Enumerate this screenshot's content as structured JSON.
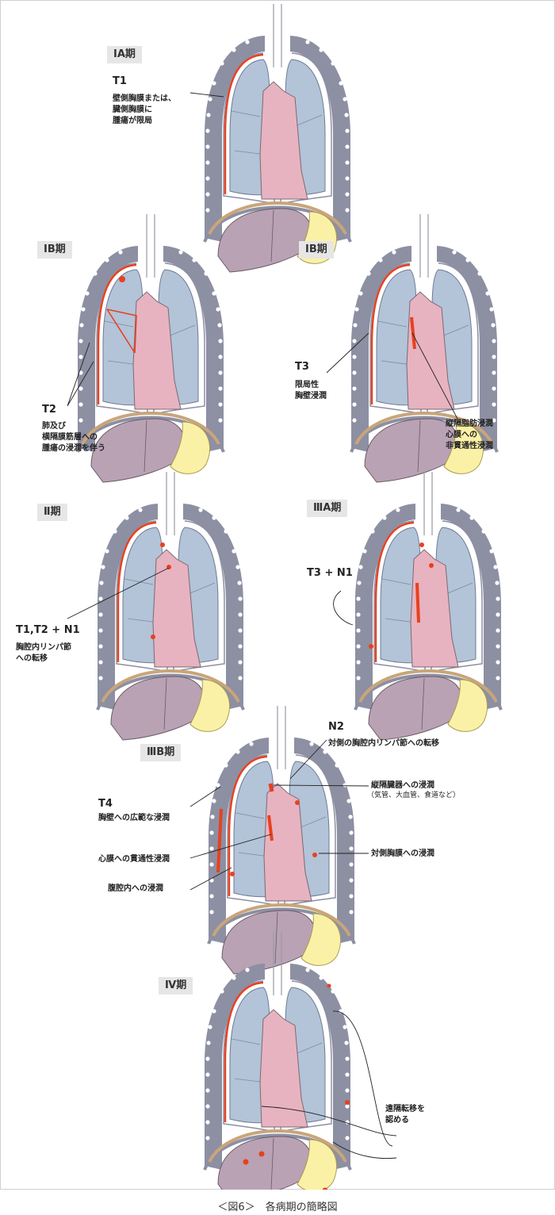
{
  "panels": [
    {
      "id": "p1",
      "stage": "ⅠA期",
      "labels": {
        "code": "T1",
        "desc": "壁側胸膜または、\n臓側胸膜に\n腫瘍が限局"
      }
    },
    {
      "id": "p2",
      "stage": "ⅠB期",
      "labels": {
        "code": "T2",
        "desc": "肺及び\n横隔膜筋層への\n腫瘍の浸潤を伴う"
      }
    },
    {
      "id": "p3",
      "stage": "ⅠB期",
      "labels": {
        "code": "T3",
        "desc": "限局性\n胸壁浸潤",
        "desc2": "縦隔脂肪浸潤\n心膜への\n非貫通性浸潤"
      }
    },
    {
      "id": "p4",
      "stage": "Ⅱ期",
      "labels": {
        "code": "T1,T2 + N1",
        "desc": "胸腔内リンパ節\nへの転移"
      }
    },
    {
      "id": "p5",
      "stage": "ⅢA期",
      "labels": {
        "code": "T3 + N1"
      }
    },
    {
      "id": "p6",
      "stage": "ⅢB期",
      "labels": {
        "code": "N2",
        "desc": "対側の胸腔内リンパ節への転移",
        "t4": "T4",
        "chest": "胸壁への広範な浸潤",
        "mediastinum": "縦隔臓器への浸潤",
        "mediastinum_note": "（気管、大血管、食道など）",
        "pericardium": "心膜への貫通性浸潤",
        "contra": "対側胸膜への浸潤",
        "abdomen": "腹腔内への浸潤"
      }
    },
    {
      "id": "p7",
      "stage": "Ⅳ期",
      "labels": {
        "desc": "遠隔転移を\n認める"
      }
    }
  ],
  "caption": "＜図6＞　各病期の簡略図",
  "colors": {
    "lung": "#b3c3d8",
    "heart": "#e7b3c0",
    "liver": "#b9a2b4",
    "stomach": "#fbf1a6",
    "ribs": "#8d8fa3",
    "tumor": "#e8401f",
    "diaphragm": "#c9a57a",
    "tag": "#e6e6e6"
  }
}
